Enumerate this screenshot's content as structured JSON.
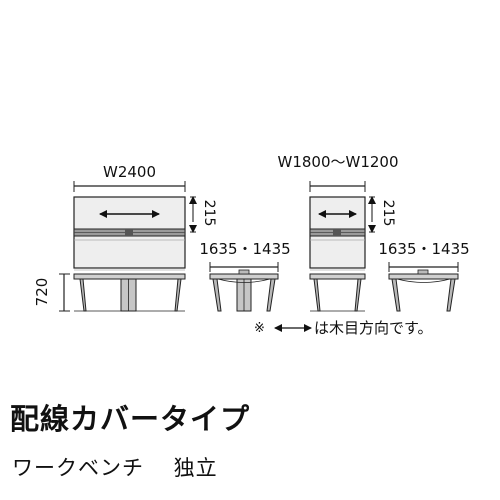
{
  "labels": {
    "width_left": "W2400",
    "width_right": "W1800～W1200",
    "panel_height_left": "215",
    "panel_height_right": "215",
    "depth_left": "1635・1435",
    "depth_right": "1635・1435",
    "table_height": "720",
    "note_mark": "※",
    "note_text": "は木目方向です。"
  },
  "title": "配線カバータイプ",
  "subtitle": "ワークベンチ　 独立",
  "colors": {
    "line": "#222222",
    "panel_fill": "#eeeeee",
    "top_fill": "#d0d0d0",
    "leg_fill": "#b8b8b8"
  }
}
